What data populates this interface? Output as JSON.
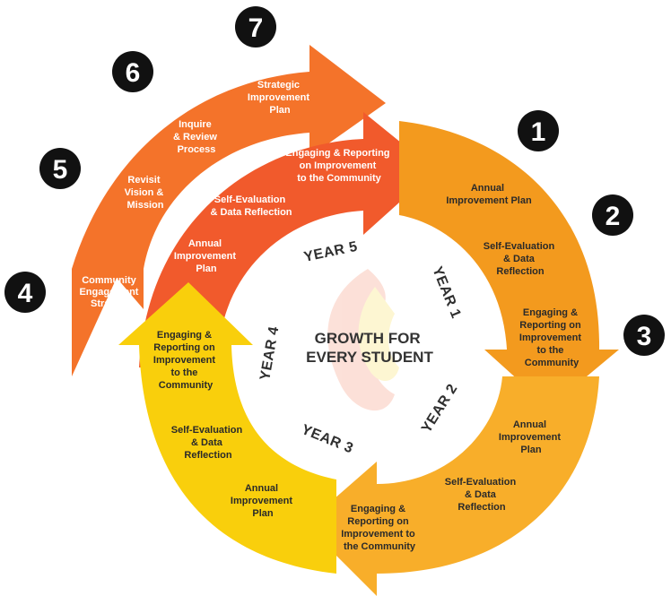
{
  "title": [
    "GROWTH FOR",
    "EVERY STUDENT"
  ],
  "colors": {
    "year1": "#F39A1E",
    "year2": "#F8AE2A",
    "year3": "#F9CF0C",
    "year4": "#F4732A",
    "year5": "#F15A2C",
    "badge": "#111111"
  },
  "years": {
    "y1": "YEAR 1",
    "y2": "YEAR 2",
    "y3": "YEAR 3",
    "y4": "YEAR 4",
    "y5": "YEAR 5"
  },
  "steps": {
    "s1": "1",
    "s2": "2",
    "s3": "3",
    "s4": "4",
    "s5": "5",
    "s6": "6",
    "s7": "7"
  },
  "labels": {
    "y1_plan": [
      "Annual",
      "Improvement Plan"
    ],
    "y1_self": [
      "Self-Evaluation",
      "& Data",
      "Reflection"
    ],
    "y1_eng": [
      "Engaging &",
      "Reporting on",
      "Improvement",
      "to the",
      "Community"
    ],
    "y2_plan": [
      "Annual",
      "Improvement",
      "Plan"
    ],
    "y2_self": [
      "Self-Evaluation",
      "& Data",
      "Reflection"
    ],
    "y2_eng": [
      "Engaging &",
      "Reporting on",
      "Improvement to",
      "the Community"
    ],
    "y3_plan": [
      "Annual",
      "Improvement",
      "Plan"
    ],
    "y3_self": [
      "Self-Evaluation",
      "& Data",
      "Reflection"
    ],
    "y3_eng": [
      "Engaging &",
      "Reporting on",
      "Improvement",
      "to the",
      "Community"
    ],
    "y5_plan": [
      "Annual",
      "Improvement",
      "Plan"
    ],
    "y5_self": [
      "Self-Evaluation",
      "& Data Reflection"
    ],
    "y5_eng": [
      "Engaging & Reporting",
      "on Improvement",
      "to the Community"
    ],
    "outer_community": [
      "Community",
      "Engagement",
      "Strategy"
    ],
    "outer_vision": [
      "Revisit",
      "Vision &",
      "Mission"
    ],
    "outer_inquire": [
      "Inquire",
      "& Review",
      "Process"
    ],
    "outer_strategic": [
      "Strategic",
      "Improvement",
      "Plan"
    ]
  }
}
